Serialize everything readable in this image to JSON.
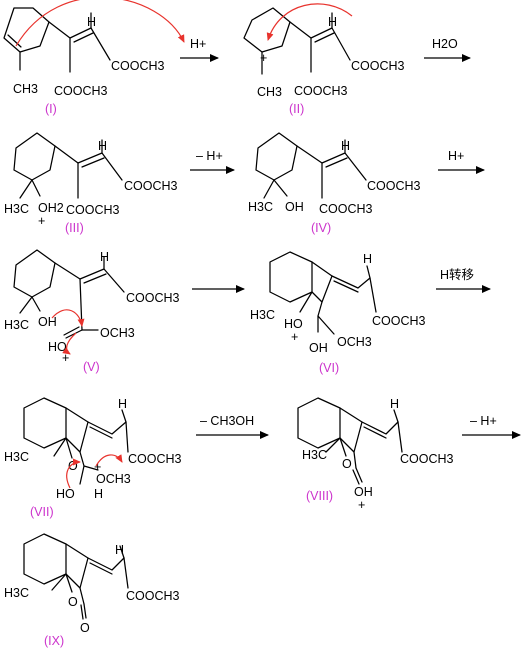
{
  "compounds": [
    {
      "label": "(I)",
      "groups": {
        "ester1": "COOCH3",
        "ester2": "COOCH3",
        "ch3": "CH3",
        "h": "H"
      }
    },
    {
      "label": "(II)",
      "groups": {
        "ester1": "COOCH3",
        "ester2": "COOCH3",
        "ch3": "CH3",
        "h": "H",
        "charge": "+"
      }
    },
    {
      "label": "(III)",
      "groups": {
        "ester1": "COOCH3",
        "ester2": "COOCH3",
        "h3c": "H3C",
        "oh2": "OH2",
        "h": "H",
        "charge": "+"
      }
    },
    {
      "label": "(IV)",
      "groups": {
        "ester1": "COOCH3",
        "ester2": "COOCH3",
        "h3c": "H3C",
        "oh": "OH",
        "h": "H"
      }
    },
    {
      "label": "(V)",
      "groups": {
        "ester1": "COOCH3",
        "och3": "OCH3",
        "h3c": "H3C",
        "oh": "OH",
        "ho": "HO",
        "h": "H",
        "charge": "+"
      }
    },
    {
      "label": "(VI)",
      "groups": {
        "ester1": "COOCH3",
        "och3": "OCH3",
        "h3c": "H3C",
        "ho_ring": "HO",
        "oh": "OH",
        "h": "H",
        "charge": "+"
      }
    },
    {
      "label": "(VII)",
      "groups": {
        "ester1": "COOCH3",
        "och3": "OCH3",
        "h3c": "H3C",
        "o": "O",
        "ho": "HO",
        "h": "H",
        "h2": "H",
        "charge": "+"
      }
    },
    {
      "label": "(VIII)",
      "groups": {
        "ester1": "COOCH3",
        "h3c": "H3C",
        "o": "O",
        "oh": "OH",
        "h": "H",
        "charge": "+"
      }
    },
    {
      "label": "(IX)",
      "groups": {
        "ester1": "COOCH3",
        "h3c": "H3C",
        "o": "O",
        "o2": "O",
        "h": "H"
      }
    }
  ],
  "arrows": [
    {
      "reagent": "H+"
    },
    {
      "reagent": "H2O"
    },
    {
      "reagent": "– H+"
    },
    {
      "reagent": "H+"
    },
    {
      "reagent": ""
    },
    {
      "reagent": "H转移"
    },
    {
      "reagent": "– CH3OH"
    },
    {
      "reagent": "– H+"
    }
  ],
  "colors": {
    "label": "#cc33cc",
    "curly_arrow": "#e8332d",
    "ink": "#000000"
  }
}
